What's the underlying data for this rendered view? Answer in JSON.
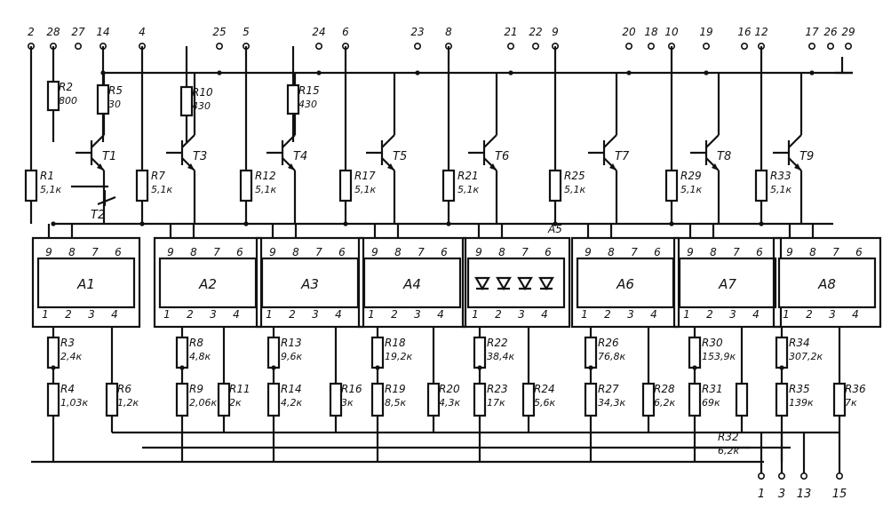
{
  "top_pins": [
    "2",
    "28",
    "27",
    "14",
    "4",
    "25",
    "5",
    "24",
    "6",
    "23",
    "8",
    "21",
    "22",
    "9",
    "20",
    "18",
    "10",
    "19",
    "16",
    "12",
    "17",
    "26",
    "29"
  ],
  "bottom_pins": [
    "1",
    "3",
    "13",
    "15"
  ],
  "modules": [
    {
      "id": "m1",
      "label": "A1",
      "pins_top": [
        "9",
        "8",
        "7",
        "6"
      ],
      "pins_bot": [
        "1",
        "2",
        "3",
        "4"
      ]
    },
    {
      "id": "m2",
      "label": "A2",
      "pins_top": [
        "9",
        "8",
        "7",
        "6"
      ],
      "pins_bot": [
        "1",
        "2",
        "3",
        "4"
      ]
    },
    {
      "id": "m3",
      "label": "A3",
      "pins_top": [
        "9",
        "8",
        "7",
        "6"
      ],
      "pins_bot": [
        "1",
        "2",
        "3",
        "4"
      ]
    },
    {
      "id": "m4",
      "label": "A4",
      "pins_top": [
        "9",
        "8",
        "7",
        "6"
      ],
      "pins_bot": [
        "1",
        "2",
        "3",
        "4"
      ]
    },
    {
      "id": "m5",
      "label": "A5",
      "pins_top": [
        "9",
        "8",
        "7",
        "6"
      ],
      "pins_bot": [
        "1",
        "2",
        "3",
        "4"
      ]
    },
    {
      "id": "m6",
      "label": "A6",
      "pins_top": [
        "9",
        "8",
        "7",
        "6"
      ],
      "pins_bot": [
        "1",
        "2",
        "3",
        "4"
      ]
    },
    {
      "id": "m7",
      "label": "A7",
      "pins_top": [
        "9",
        "8",
        "7",
        "6"
      ],
      "pins_bot": [
        "1",
        "2",
        "3",
        "4"
      ]
    },
    {
      "id": "m8",
      "label": "A8",
      "pins_top": [
        "9",
        "8",
        "7",
        "6"
      ],
      "pins_bot": [
        "1",
        "2",
        "3",
        "4"
      ]
    }
  ],
  "transistors": [
    "T1",
    "T2",
    "T3",
    "T4",
    "T5",
    "T6",
    "T7",
    "T8",
    "T9"
  ],
  "resistors": {
    "R1": {
      "name": "R1",
      "value": "5,1к"
    },
    "R2": {
      "name": "R2",
      "value": "800"
    },
    "R3": {
      "name": "R3",
      "value": "2,4к"
    },
    "R4": {
      "name": "R4",
      "value": "1,03к"
    },
    "R5": {
      "name": "R5",
      "value": "30"
    },
    "R6": {
      "name": "R6",
      "value": "1,2к"
    },
    "R7": {
      "name": "R7",
      "value": "5,1к"
    },
    "R8": {
      "name": "R8",
      "value": "4,8к"
    },
    "R9": {
      "name": "R9",
      "value": "2,06к"
    },
    "R10": {
      "name": "R10",
      "value": "430"
    },
    "R11": {
      "name": "R11",
      "value": "2к"
    },
    "R12": {
      "name": "R12",
      "value": "5,1к"
    },
    "R13": {
      "name": "R13",
      "value": "9,6к"
    },
    "R14": {
      "name": "R14",
      "value": "4,2к"
    },
    "R15": {
      "name": "R15",
      "value": "430"
    },
    "R16": {
      "name": "R16",
      "value": "3к"
    },
    "R17": {
      "name": "R17",
      "value": "5,1к"
    },
    "R18": {
      "name": "R18",
      "value": "19,2к"
    },
    "R19": {
      "name": "R19",
      "value": "8,5к"
    },
    "R20": {
      "name": "R20",
      "value": "4,3к"
    },
    "R21": {
      "name": "R21",
      "value": "5,1к"
    },
    "R22": {
      "name": "R22",
      "value": "38,4к"
    },
    "R23": {
      "name": "R23",
      "value": "17к"
    },
    "R24": {
      "name": "R24",
      "value": "5,6к"
    },
    "R25": {
      "name": "R25",
      "value": "5,1к"
    },
    "R26": {
      "name": "R26",
      "value": "76,8к"
    },
    "R27": {
      "name": "R27",
      "value": "34,3к"
    },
    "R28": {
      "name": "R28",
      "value": "6,2к"
    },
    "R29": {
      "name": "R29",
      "value": "5,1к"
    },
    "R30": {
      "name": "R30",
      "value": "153,9к"
    },
    "R31": {
      "name": "R31",
      "value": "69к"
    },
    "R32": {
      "name": "R32",
      "value": "6,2к"
    },
    "R33": {
      "name": "R33",
      "value": "5,1к"
    },
    "R34": {
      "name": "R34",
      "value": "307,2к"
    },
    "R35": {
      "name": "R35",
      "value": "139к"
    },
    "R36": {
      "name": "R36",
      "value": "7к"
    }
  }
}
